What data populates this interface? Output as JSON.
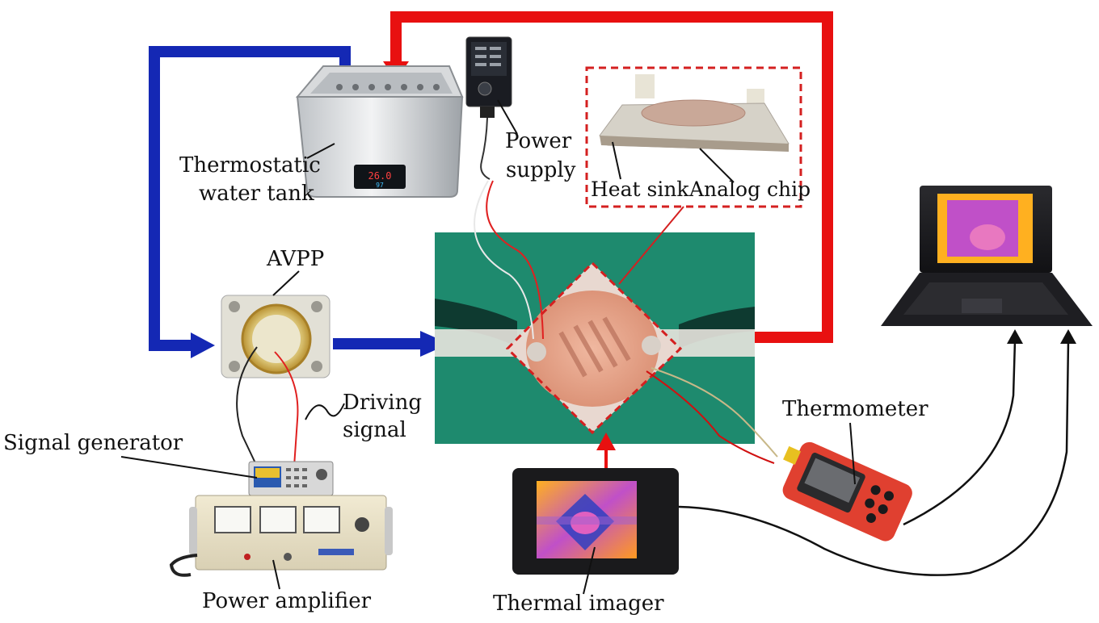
{
  "labels": {
    "thermostatic_tank_line1": "Thermostatic",
    "thermostatic_tank_line2": "water tank",
    "power_supply_line1": "Power",
    "power_supply_line2": "supply",
    "heat_sink": "Heat sink",
    "analog_chip": "Analog chip",
    "avpp": "AVPP",
    "driving_signal_line1": "Driving",
    "driving_signal_line2": "signal",
    "signal_generator": "Signal generator",
    "power_amplifier": "Power amplifier",
    "thermal_imager": "Thermal imager",
    "thermometer": "Thermometer"
  },
  "tank_display": {
    "line1": "26.0",
    "line2": "97"
  },
  "colors": {
    "cold_flow": "#1428b4",
    "hot_flow": "#e81010",
    "dashed_frame": "#d42020",
    "test_board": "#1e8a6e",
    "chip": "#e8a890",
    "connector_line": "#111111"
  }
}
